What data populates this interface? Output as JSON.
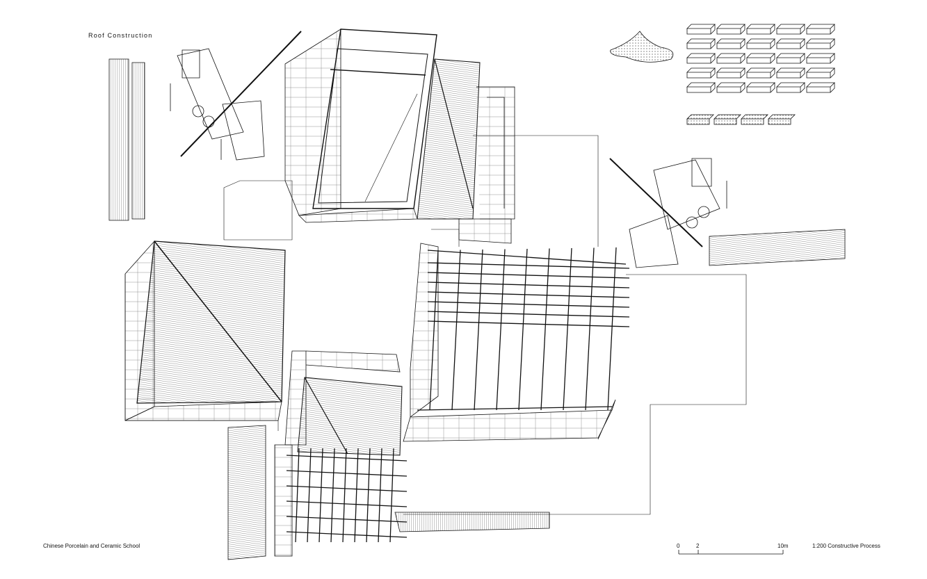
{
  "drawing": {
    "title": "Roof Construction",
    "project_name": "Chinese Porcelain and Ceramic School",
    "scale_label": "1:200 Constructive Process",
    "scale_bar": {
      "ticks": [
        "0",
        "2",
        "10m"
      ]
    }
  },
  "colors": {
    "line": "#111111",
    "background": "#ffffff"
  }
}
